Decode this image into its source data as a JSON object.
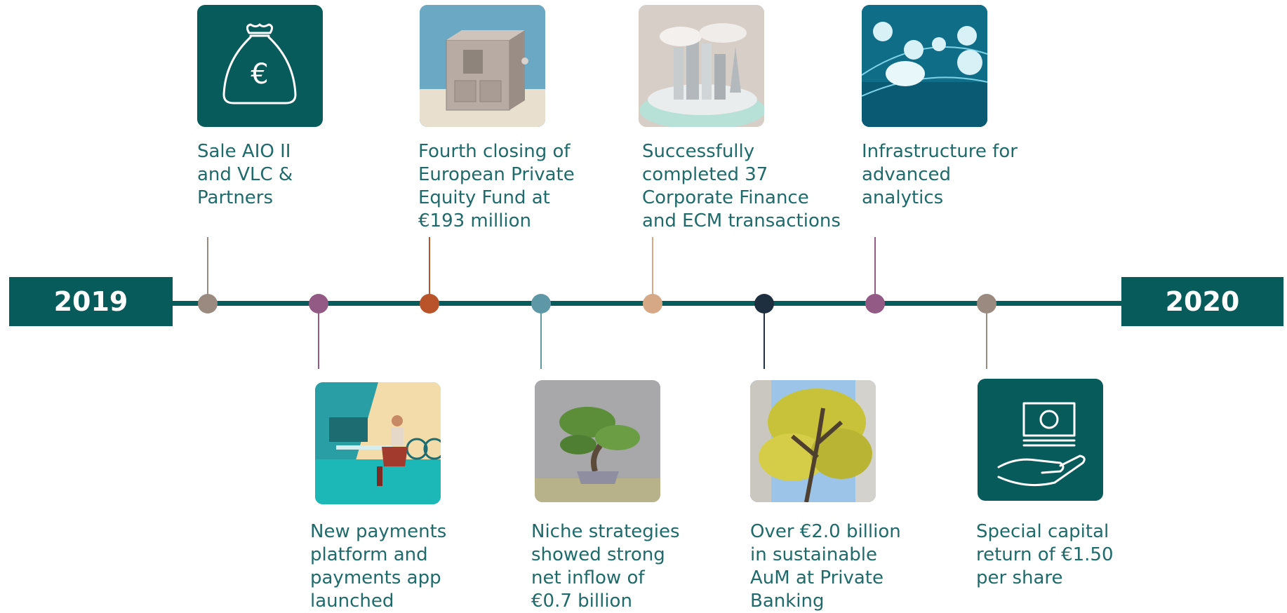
{
  "timeline": {
    "start_year": "2019",
    "end_year": "2020"
  },
  "colors": {
    "primary": "#075b5b",
    "taupe": "#9b8a80",
    "plum": "#925a85",
    "rust": "#b9542a",
    "steel": "#5e97a6",
    "sand": "#d7a886",
    "navy": "#1e2f3f"
  },
  "events": [
    {
      "text": "Sale AIO II\nand VLC &\nPartners",
      "icon": "money-bag-euro-icon",
      "dot_color": "#9b8a80"
    },
    {
      "text": "New payments\nplatform and\npayments app\nlaunched",
      "icon": "person-at-desk-illustration",
      "dot_color": "#925a85"
    },
    {
      "text": "Fourth closing of\nEuropean Private\nEquity Fund at\n€193 million",
      "icon": "safe-box-image",
      "dot_color": "#b9542a"
    },
    {
      "text": "Niche strategies\nshowed strong\nnet inflow of\n€0.7 billion",
      "icon": "bonsai-tree-image",
      "dot_color": "#5e97a6"
    },
    {
      "text": "Successfully\ncompleted 37\nCorporate Finance\nand ECM transactions",
      "icon": "city-model-image",
      "dot_color": "#d7a886"
    },
    {
      "text": "Over €2.0 billion\nin sustainable\nAuM at Private\nBanking",
      "icon": "tree-canopy-image",
      "dot_color": "#1e2f3f"
    },
    {
      "text": "Infrastructure for\nadvanced\nanalytics",
      "icon": "data-network-image",
      "dot_color": "#925a85"
    },
    {
      "text": "Special capital\nreturn of €1.50\nper share",
      "icon": "hand-banknote-icon",
      "dot_color": "#9b8a80"
    }
  ]
}
